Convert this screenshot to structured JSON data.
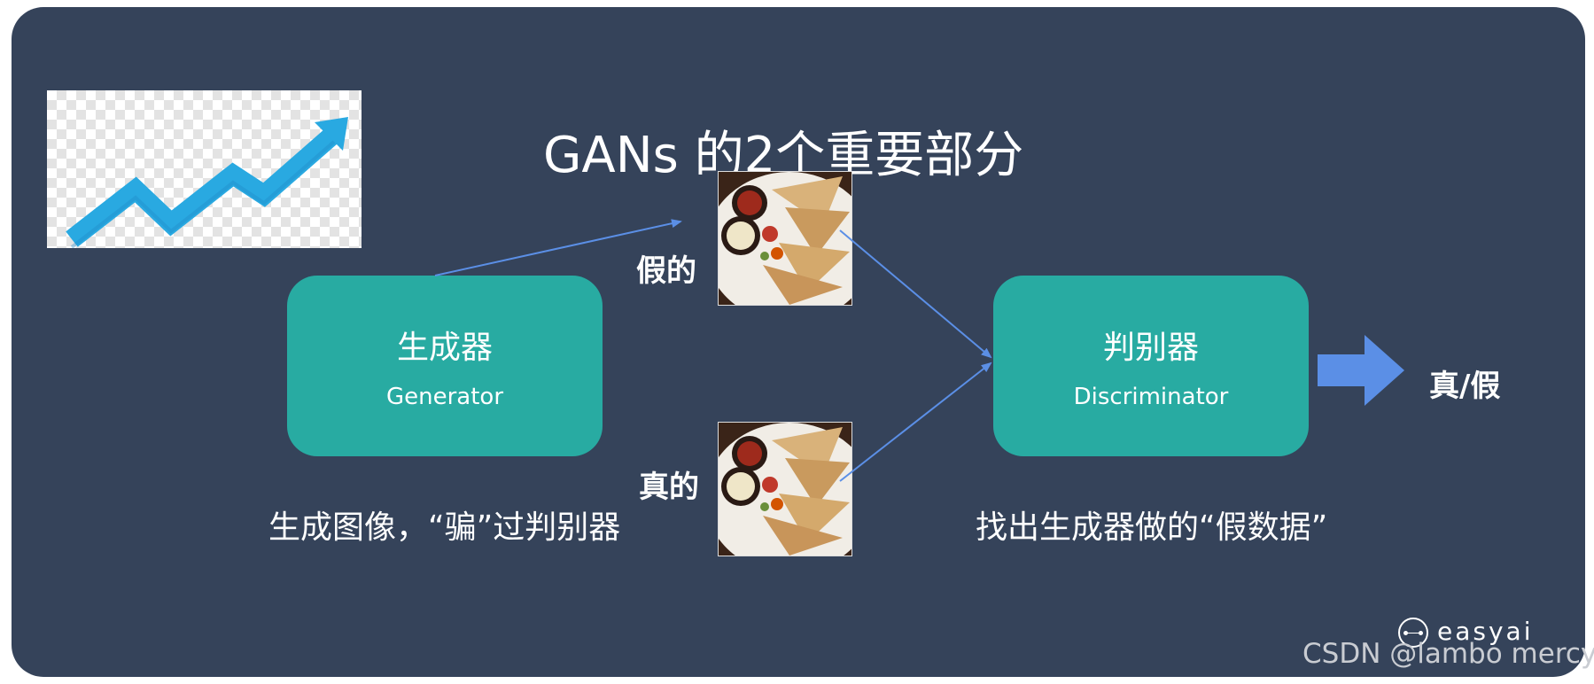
{
  "slide": {
    "title": "GANs 的2个重要部分",
    "generator": {
      "name_cn": "生成器",
      "name_en": "Generator"
    },
    "discriminator": {
      "name_cn": "判别器",
      "name_en": "Discriminator"
    },
    "fake_label": "假的",
    "real_label": "真的",
    "generator_caption": "生成图像，“骗”过判别器",
    "discriminator_caption": "找出生成器做的“假数据”",
    "output_label": "真/假",
    "logo_text": "easyai"
  },
  "watermark": "CSDN @lambo mercy",
  "colors": {
    "background": "#35435a",
    "box": "#28aba2",
    "arrow_line": "#5b8fe6",
    "output_arrow": "#5b8fe6",
    "trend_icon": "#29a9e1"
  },
  "icons": [
    "trend-up-chart-icon",
    "quesadilla-photo",
    "easyai-logo-icon"
  ]
}
